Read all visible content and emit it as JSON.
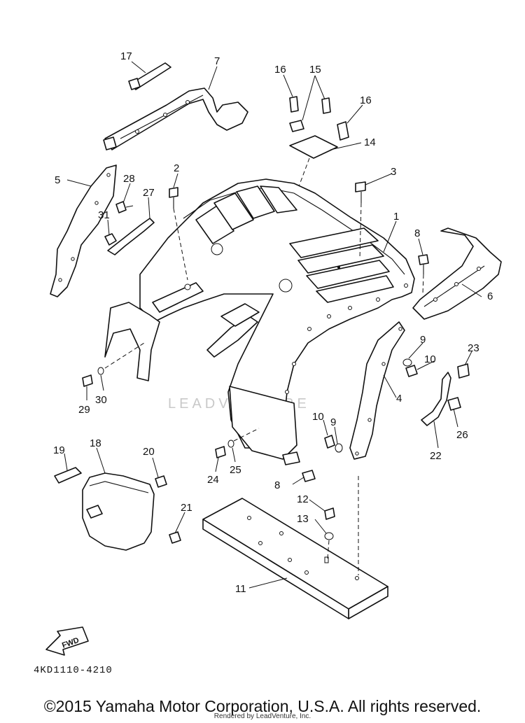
{
  "diagram": {
    "callouts": {
      "c1": "1",
      "c2": "2",
      "c3": "3",
      "c4": "4",
      "c5": "5",
      "c6": "6",
      "c7": "7",
      "c8a": "8",
      "c8b": "8",
      "c9a": "9",
      "c9b": "9",
      "c10a": "10",
      "c10b": "10",
      "c11": "11",
      "c12": "12",
      "c13": "13",
      "c14": "14",
      "c15": "15",
      "c16a": "16",
      "c16b": "16",
      "c17": "17",
      "c18": "18",
      "c19": "19",
      "c20": "20",
      "c21": "21",
      "c22": "22",
      "c23": "23",
      "c24": "24",
      "c25": "25",
      "c26": "26",
      "c27": "27",
      "c28": "28",
      "c29": "29",
      "c30": "30",
      "c31": "31"
    },
    "fwd_label": "FWD",
    "diagram_code": "4KD1110-4210",
    "watermark": "LEADVENTURE"
  },
  "footer": {
    "copyright": "©2015 Yamaha Motor Corporation, U.S.A. All rights reserved.",
    "rendered_by": "Rendered by LeadVenture, Inc."
  }
}
